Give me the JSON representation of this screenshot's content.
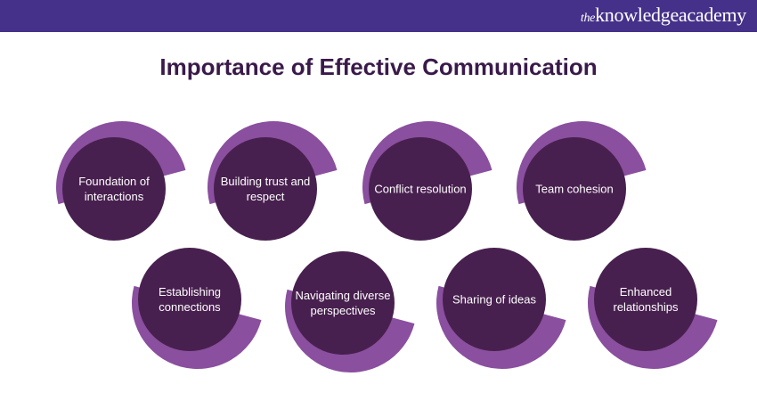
{
  "brand": {
    "prefix": "the",
    "name": "knowledgeacademy"
  },
  "title": "Importance of Effective Communication",
  "colors": {
    "header": "#45318a",
    "circle": "#48204f",
    "arc": "#8a4f9e",
    "title": "#3a1a4a"
  },
  "items": [
    {
      "label": "Foundation of interactions",
      "row": 1
    },
    {
      "label": "Building trust and respect",
      "row": 1
    },
    {
      "label": "Conflict resolution",
      "row": 1
    },
    {
      "label": "Team cohesion",
      "row": 1
    },
    {
      "label": "Establishing connections",
      "row": 2
    },
    {
      "label": "Navigating diverse perspectives",
      "row": 2
    },
    {
      "label": "Sharing of ideas",
      "row": 2
    },
    {
      "label": "Enhanced relationships",
      "row": 2
    }
  ]
}
